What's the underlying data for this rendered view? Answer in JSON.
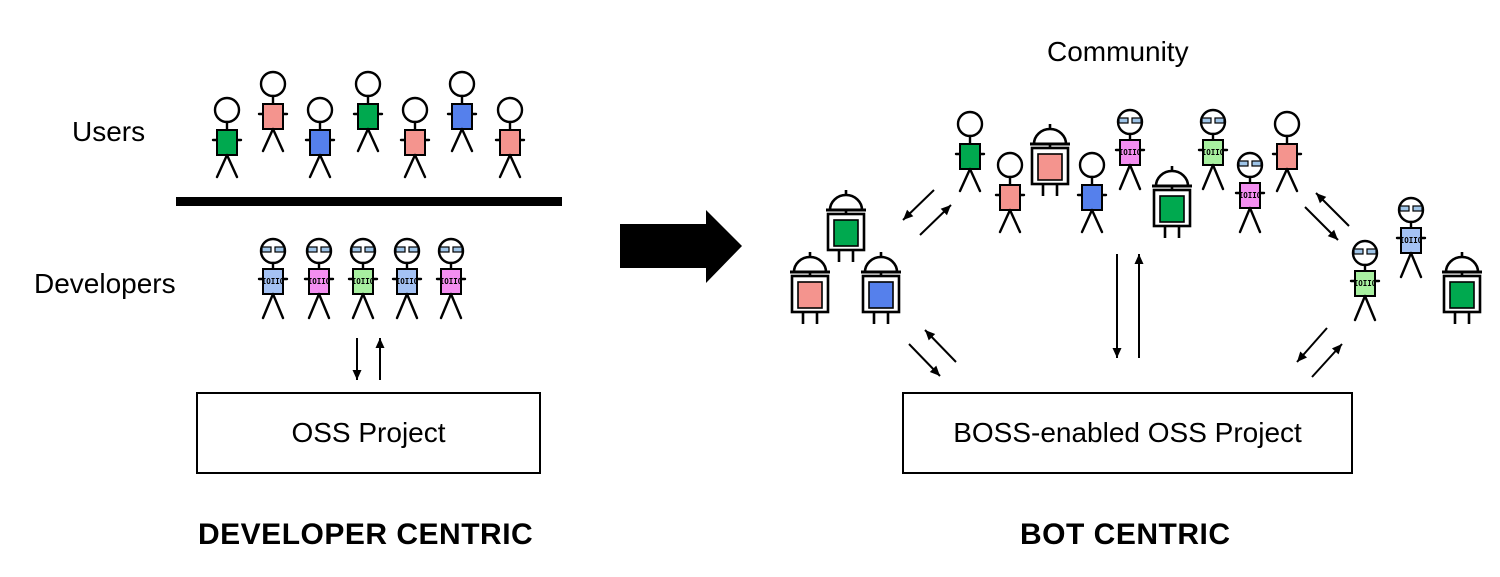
{
  "left": {
    "users_label": "Users",
    "developers_label": "Developers",
    "project_label": "OSS Project",
    "caption": "DEVELOPER CENTRIC",
    "user_shirt_colors": [
      "#00a94f",
      "#f4948e",
      "#5580ec",
      "#00a94f",
      "#f4948e",
      "#5580ec",
      "#f4948e"
    ],
    "developer_shirt_colors": [
      "#a4c2f4",
      "#f38ef0",
      "#a8f0a0",
      "#a4c2f4",
      "#f38ef0"
    ]
  },
  "right": {
    "community_label": "Community",
    "project_label": "BOSS-enabled OSS Project",
    "caption": "BOT CENTRIC"
  },
  "shirt_code": "IOIIO",
  "colors": {
    "green": "#00a94f",
    "salmon": "#f4948e",
    "blue": "#5580ec",
    "dev_blue": "#a4c2f4",
    "dev_pink": "#f38ef0",
    "dev_green": "#a8f0a0",
    "glasses": "#9fc5e8"
  },
  "icons": [
    "user-icon",
    "developer-icon",
    "bot-icon",
    "arrow-icon"
  ]
}
